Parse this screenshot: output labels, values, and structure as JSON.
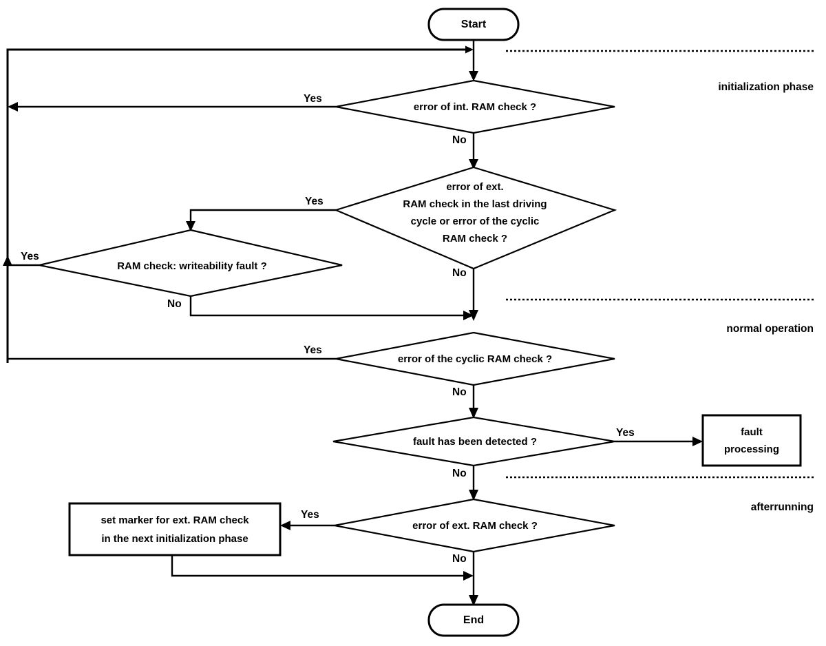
{
  "diagram": {
    "title": "RAM check flowchart",
    "background_color": "#ffffff",
    "line_color": "#000000"
  },
  "nodes": {
    "start": {
      "label": "Start",
      "type": "terminator"
    },
    "end": {
      "label": "End",
      "type": "terminator"
    },
    "d1": {
      "label": "error of int. RAM check ?",
      "type": "decision"
    },
    "d2_line1": "error of ext.",
    "d2_line2": "RAM check in the last driving",
    "d2_line3": "cycle or error of the cyclic",
    "d2_line4": "RAM check ?",
    "d3": {
      "label": "RAM check: writeability fault ?",
      "type": "decision"
    },
    "d4": {
      "label": "error of the cyclic RAM check ?",
      "type": "decision"
    },
    "d5": {
      "label": "fault has been detected ?",
      "type": "decision"
    },
    "d6": {
      "label": "error of ext. RAM check ?",
      "type": "decision"
    },
    "p1_line1": "fault",
    "p1_line2": "processing",
    "p2_line1": "set marker for ext. RAM check",
    "p2_line2": "in the next  initialization phase"
  },
  "edge_labels": {
    "d1_yes": "Yes",
    "d1_no": "No",
    "d2_yes": "Yes",
    "d2_no": "No",
    "d3_yes": "Yes",
    "d3_no": "No",
    "d4_yes": "Yes",
    "d4_no": "No",
    "d5_yes": "Yes",
    "d5_no": "No",
    "d6_yes": "Yes",
    "d6_no": "No"
  },
  "phases": {
    "initialization": "initialization phase",
    "normal": "normal operation",
    "afterrunning": "afterrunning"
  }
}
